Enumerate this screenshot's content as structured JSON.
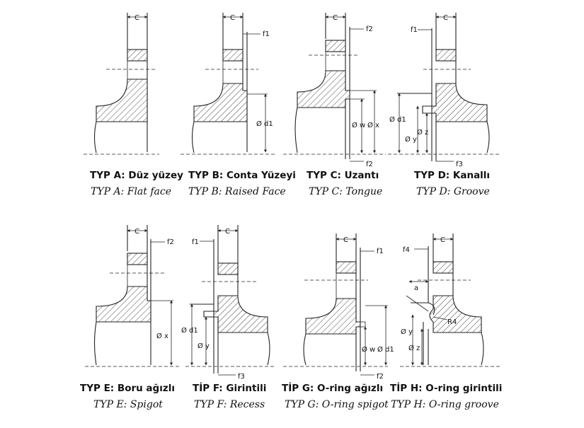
{
  "panels": [
    {
      "id": "A",
      "tr": "TYP A: Düz yüzey",
      "en": "TYP A: Flat face",
      "labels": {
        "c": "C"
      }
    },
    {
      "id": "B",
      "tr": "TYP B: Conta Yüzeyi",
      "en": "TYP B: Raised Face",
      "labels": {
        "c": "C",
        "f1": "f1",
        "d1": "Ø d1"
      }
    },
    {
      "id": "C",
      "tr": "TYP C: Uzantı",
      "en": "TYP C: Tongue",
      "labels": {
        "c": "C",
        "f2": "f2",
        "w": "Ø w",
        "x": "Ø x",
        "f2b": "f2"
      }
    },
    {
      "id": "D",
      "tr": "TYP D: Kanallı",
      "en": "TYP D: Groove",
      "labels": {
        "c": "C",
        "f1": "f1",
        "d1": "Ø d1",
        "y": "Ø y",
        "z": "Ø z",
        "f3": "f3"
      }
    },
    {
      "id": "E",
      "tr": "TYP E: Boru ağızlı",
      "en": "TYP E: Spigot",
      "labels": {
        "c": "C",
        "f2": "f2",
        "x": "Ø x"
      }
    },
    {
      "id": "F",
      "tr": "TİP F: Girintili",
      "en": "TYP F: Recess",
      "labels": {
        "c": "C",
        "f1": "f1",
        "d1": "Ø d1",
        "y": "Ø y",
        "f3": "f3"
      }
    },
    {
      "id": "G",
      "tr": "TİP G: O-ring ağızlı",
      "en": "TYP G: O-ring spigot",
      "labels": {
        "c": "C",
        "f1": "f1",
        "w": "Ø w",
        "d1": "Ø d1",
        "f2": "f2"
      }
    },
    {
      "id": "H",
      "tr": "TİP H: O-ring girintili",
      "en": "TYP H: O-ring groove",
      "labels": {
        "c": "C",
        "f4": "f4",
        "a": "a",
        "r": "R4",
        "y": "Ø y",
        "z": "Ø z"
      }
    }
  ]
}
